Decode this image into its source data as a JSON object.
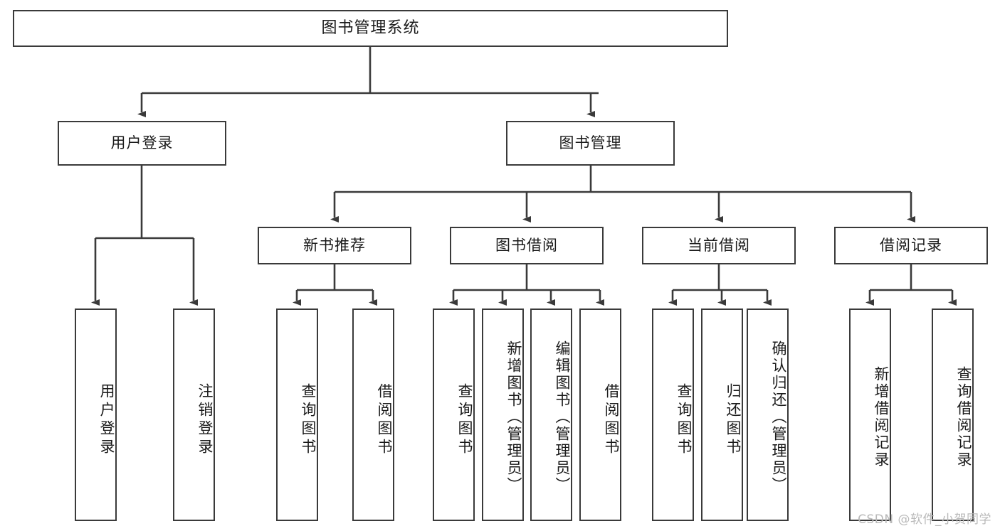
{
  "diagram": {
    "title": "图书管理系统",
    "type": "hierarchy-tree",
    "levels": 4,
    "root": {
      "id": "root",
      "label": "图书管理系统"
    },
    "level2": [
      {
        "id": "user-login",
        "label": "用户登录"
      },
      {
        "id": "book-management",
        "label": "图书管理"
      }
    ],
    "level3": [
      {
        "id": "new-book-recommend",
        "label": "新书推荐",
        "parent": "book-management"
      },
      {
        "id": "book-borrow",
        "label": "图书借阅",
        "parent": "book-management"
      },
      {
        "id": "current-borrow",
        "label": "当前借阅",
        "parent": "book-management"
      },
      {
        "id": "borrow-record",
        "label": "借阅记录",
        "parent": "book-management"
      }
    ],
    "leaves": {
      "user_login": [
        {
          "id": "leaf-user-login",
          "label": "用户登录"
        },
        {
          "id": "leaf-logout-login",
          "label": "注销登录"
        }
      ],
      "new_book_recommend": [
        {
          "id": "leaf-query-book-1",
          "label": "查询图书"
        },
        {
          "id": "leaf-borrow-book-1",
          "label": "借阅图书"
        }
      ],
      "book_borrow": [
        {
          "id": "leaf-query-book-2",
          "label": "查询图书"
        },
        {
          "id": "leaf-add-book",
          "label": "新增图书（管理员）"
        },
        {
          "id": "leaf-edit-book",
          "label": "编辑图书（管理员）"
        },
        {
          "id": "leaf-borrow-book-2",
          "label": "借阅图书"
        }
      ],
      "current_borrow": [
        {
          "id": "leaf-query-book-3",
          "label": "查询图书"
        },
        {
          "id": "leaf-return-book",
          "label": "归还图书"
        },
        {
          "id": "leaf-confirm-return",
          "label": "确认归还（管理员）"
        }
      ],
      "borrow_record": [
        {
          "id": "leaf-add-record",
          "label": "新增借阅记录"
        },
        {
          "id": "leaf-query-record",
          "label": "查询借阅记录"
        }
      ]
    }
  },
  "watermark": {
    "text": "CSDN @软件_小贺同学"
  },
  "colors": {
    "border": "#3a3a3a",
    "background": "#ffffff",
    "text": "#1a1a1a",
    "watermark": "#b9b9b9"
  }
}
